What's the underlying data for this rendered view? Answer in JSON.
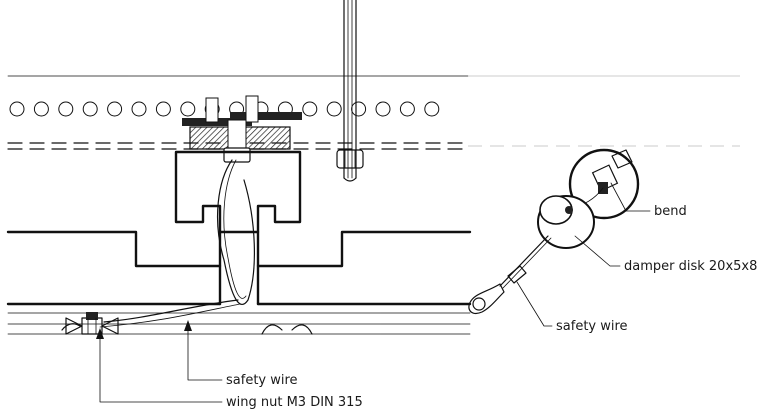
{
  "labels": {
    "bend": "bend",
    "damper_disk": "damper disk 20x5x8",
    "safety_wire_right": "safety wire",
    "safety_wire_left": "safety wire",
    "wing_nut": "wing nut M3 DIN 315"
  }
}
